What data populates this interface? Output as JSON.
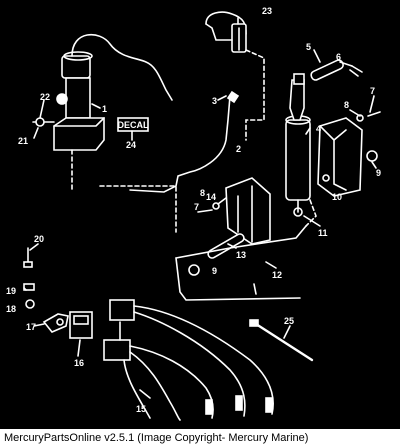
{
  "diagram": {
    "decal_label": "DECAL",
    "callouts": [
      "1",
      "2",
      "3",
      "4",
      "5",
      "6",
      "7",
      "8",
      "9",
      "10",
      "11",
      "12",
      "13",
      "14",
      "15",
      "16",
      "17",
      "18",
      "19",
      "20",
      "21",
      "22",
      "23",
      "24",
      "25",
      "7",
      "8",
      "9"
    ]
  },
  "footer": {
    "caption": "MercuryPartsOnline v2.5.1 (Image Copyright- Mercury Marine)"
  }
}
